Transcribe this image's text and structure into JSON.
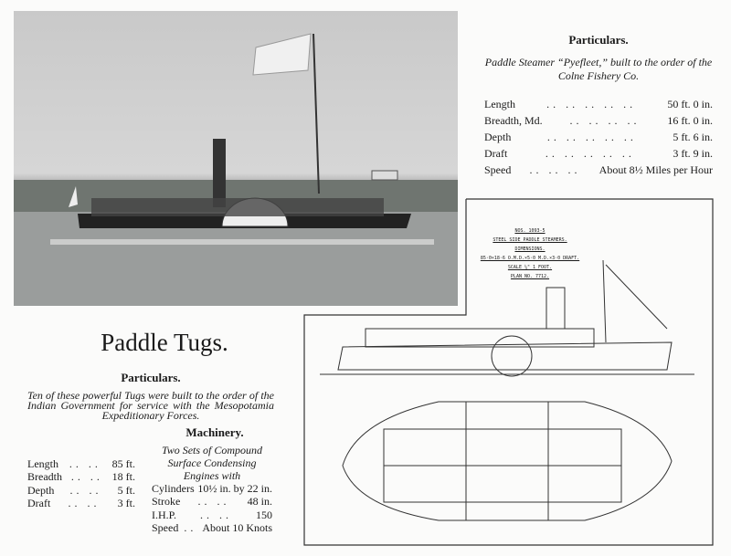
{
  "pyefleet": {
    "heading": "Particulars.",
    "description": "Paddle Steamer “Pyefleet,” built to the order of the Colne Fishery Co.",
    "rows": [
      {
        "label": "Length",
        "dots": "..  ..  ..  ..  ..",
        "value": "50 ft. 0 in."
      },
      {
        "label": "Breadth, Md.",
        "dots": "..  ..  ..  ..",
        "value": "16 ft. 0 in."
      },
      {
        "label": "Depth",
        "dots": "..  ..  ..  ..  ..",
        "value": "5 ft. 6 in."
      },
      {
        "label": "Draft",
        "dots": "..  ..  ..  ..  ..",
        "value": "3 ft. 9 in."
      },
      {
        "label": "Speed",
        "dots": "..  ..  ..",
        "value": "About 8½ Miles per Hour"
      }
    ]
  },
  "plan": {
    "lines": [
      "NOS. 1093-5",
      "STEEL SIDE PADDLE STEAMERS.",
      "DIMENSIONS.",
      "85·0×18·6 O.M.D.×5·0 M.D.×3·0 DRAFT.",
      "SCALE ¼\" 1 FOOT.",
      "PLAN NO. 7712."
    ]
  },
  "tugs": {
    "title": "Paddle Tugs.",
    "heading": "Particulars.",
    "description": "Ten of these powerful Tugs were built to the order of the Indian Government for service with the Mesopotamia Expeditionary Forces.",
    "rows": [
      {
        "label": "Length",
        "dots": "..   ..",
        "value": "85 ft."
      },
      {
        "label": "Breadth",
        "dots": "..   ..",
        "value": "18 ft."
      },
      {
        "label": "Depth",
        "dots": "..   ..",
        "value": "5 ft."
      },
      {
        "label": "Draft",
        "dots": "..   ..",
        "value": "3 ft."
      }
    ],
    "machinery_heading": "Machinery.",
    "machinery_intro": "Two Sets of Compound Surface Condensing Engines with",
    "machinery_rows": [
      {
        "label": "Cylinders",
        "dots": "",
        "value": "10½ in. by 22 in."
      },
      {
        "label": "Stroke",
        "dots": "..   ..",
        "value": "48 in."
      },
      {
        "label": "I.H.P.",
        "dots": "..   ..",
        "value": "150"
      },
      {
        "label": "Speed",
        "dots": "..",
        "value": "About 10 Knots"
      }
    ]
  }
}
